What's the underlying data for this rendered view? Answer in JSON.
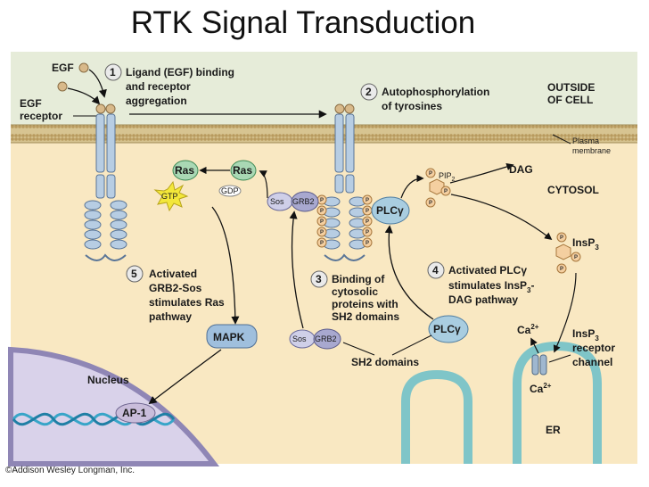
{
  "title": "RTK Signal Transduction",
  "credit": "©Addison Wesley Longman, Inc.",
  "labels": {
    "egf": "EGF",
    "egf_receptor_1": "EGF",
    "egf_receptor_2": "receptor",
    "outside_1": "OUTSIDE",
    "outside_2": "OF CELL",
    "plasma_1": "Plasma",
    "plasma_2": "membrane",
    "cytosol": "CYTOSOL",
    "ras": "Ras",
    "gtp": "GTP",
    "gdp": "GDP",
    "sos": "Sos",
    "grb2": "GRB2",
    "p": "P",
    "plc": "PLCγ",
    "pip": "PIP",
    "pip_sub": "2",
    "dag": "DAG",
    "insp": "InsP",
    "insp_sub": "3",
    "mapk": "MAPK",
    "nucleus": "Nucleus",
    "ap1": "AP-1",
    "sh2": "SH2 domains",
    "er": "ER",
    "ca": "Ca",
    "ca_sup": "2+",
    "insp_receptor_1": "InsP",
    "insp_receptor_sub": "3",
    "insp_receptor_2": "receptor",
    "insp_receptor_3": "channel"
  },
  "steps": [
    {
      "num": "1",
      "line1": "Ligand (EGF) binding",
      "line2": "and receptor",
      "line3": "aggregation",
      "line4": ""
    },
    {
      "num": "2",
      "line1": "Autophosphorylation",
      "line2": "of tyrosines",
      "line3": "",
      "line4": ""
    },
    {
      "num": "3",
      "line1": "Binding of",
      "line2": "cytosolic",
      "line3": "proteins with",
      "line4": "SH2 domains"
    },
    {
      "num": "4",
      "line1": "Activated PLCγ",
      "line2": "stimulates InsP",
      "line2_sub": "3",
      "line2_tail": "-",
      "line3": "DAG pathway",
      "line4": ""
    },
    {
      "num": "5",
      "line1": "Activated",
      "line2": "GRB2-Sos",
      "line3": "stimulates Ras",
      "line4": "pathway"
    }
  ],
  "colors": {
    "background": "#ffffff",
    "cytosol": "#f9e8c2",
    "outside": "#e6ecd9",
    "membrane": "#c9b27a",
    "membrane_line": "#8aa0b8",
    "receptor": "#b7cde3",
    "receptor_stroke": "#5a7597",
    "egf": "#d8b98a",
    "ras": "#a9d8b4",
    "gtp": "#f3e73a",
    "sos": "#cfcfe8",
    "grb2": "#a8a8cf",
    "phosphate": "#f4cfa0",
    "plc": "#a9cde0",
    "mapk": "#9fbfdd",
    "nucleus": "#d9d2ea",
    "nucleus_ring": "#8f86b5",
    "dna": "#38a5c8",
    "ap1": "#c9bddb",
    "er": "#7fc5c8",
    "er_inner": "#ffffff"
  }
}
